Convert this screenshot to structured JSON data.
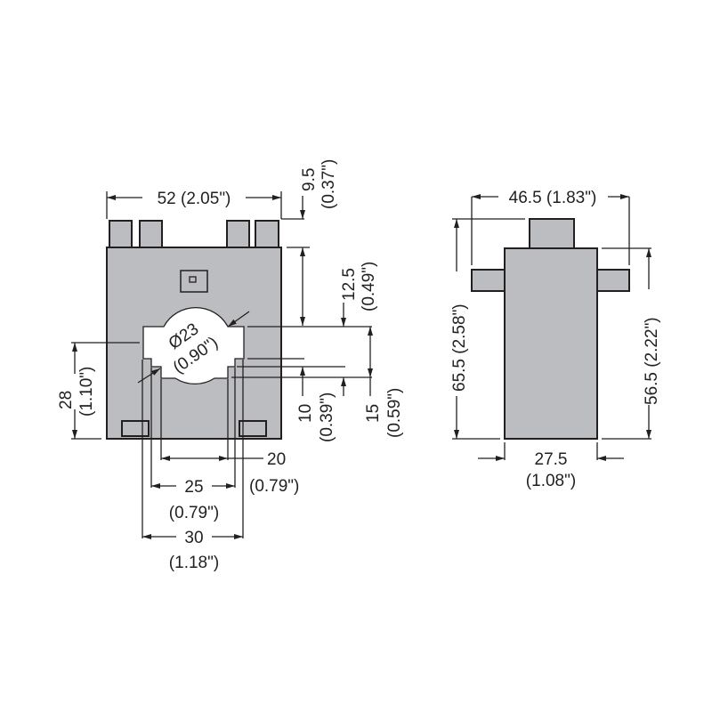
{
  "front_view": {
    "width": "52 (2.05\")",
    "tab_height": {
      "mm": "9.5",
      "in": "(0.37\")"
    },
    "top_to_window": {
      "mm": "12.5",
      "in": "(0.49\")"
    },
    "diameter": {
      "mm": "Ø23",
      "in": "(0.90\")"
    },
    "height": {
      "mm": "28",
      "in": "(1.10\")"
    },
    "step_10": {
      "mm": "10",
      "in": "(0.39\")"
    },
    "step_15": {
      "mm": "15",
      "in": "(0.59\")"
    },
    "width_20": {
      "mm": "20",
      "in": "(0.79\")"
    },
    "width_25": {
      "mm": "25",
      "in": "(0.79\")"
    },
    "width_30": {
      "mm": "30",
      "in": "(1.18\")"
    }
  },
  "side_view": {
    "width": "46.5 (1.83\")",
    "total_height": "65.5 (2.58\")",
    "body_height": "56.5 (2.22\")",
    "depth": {
      "mm": "27.5",
      "in": "(1.08\")"
    }
  }
}
